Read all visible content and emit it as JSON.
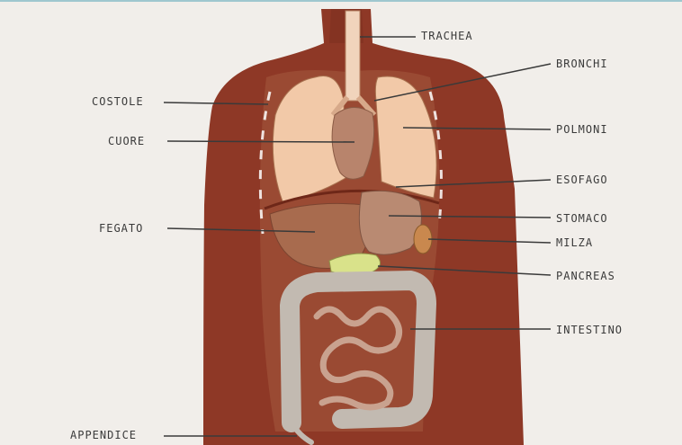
{
  "labels": {
    "trachea": "TRACHEA",
    "bronchi": "BRONCHI",
    "costole": "COSTOLE",
    "polmoni": "POLMONI",
    "cuore": "CUORE",
    "esofago": "ESOFAGO",
    "fegato": "FEGATO",
    "stomaco": "STOMACO",
    "milza": "MILZA",
    "pancreas": "PANCREAS",
    "intestino": "INTESTINO",
    "appendice": "APPENDICE"
  },
  "colors": {
    "body": "#8e3826",
    "lungs": "#f2c9a8",
    "heart": "#b8846c",
    "liver": "#a86b4e",
    "stomach": "#b98a72",
    "spleen": "#c9884e",
    "pancreas": "#d9e28a",
    "intestine": "#c2bab1"
  }
}
